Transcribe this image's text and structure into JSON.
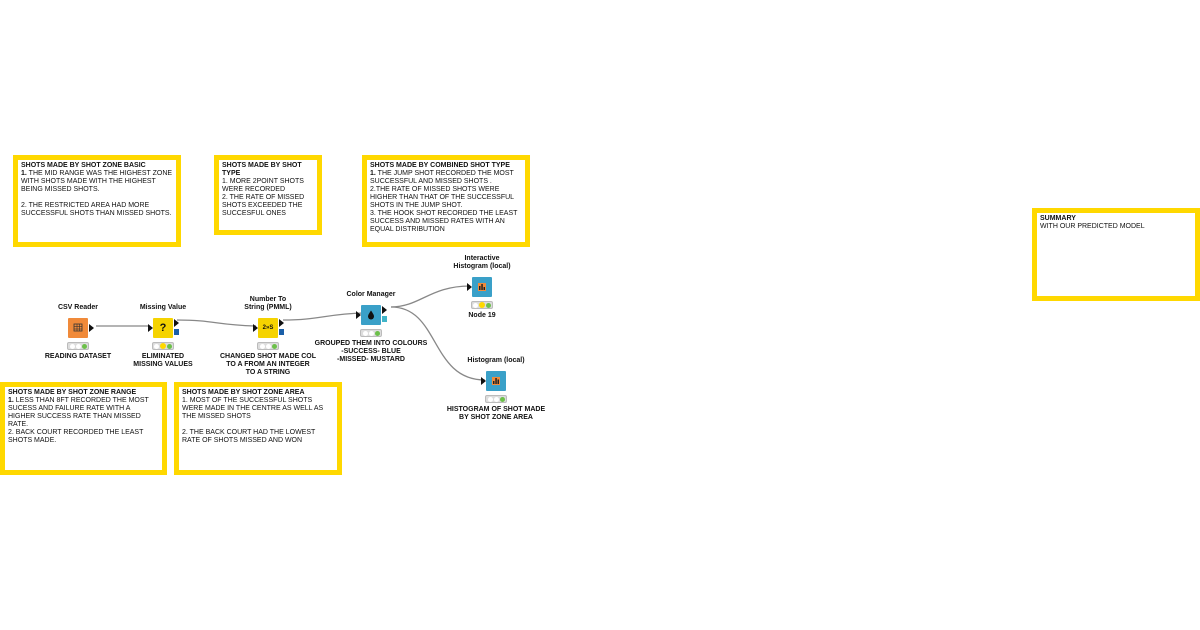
{
  "annotations": [
    {
      "id": "zone-basic",
      "title": "SHOTS MADE BY SHOT ZONE BASIC",
      "num": "1.",
      "body": " THE MID RANGE WAS THE HIGHEST ZONE WITH SHOTS MADE WITH THE HIGHEST BEING MISSED SHOTS.\n\n2. THE RESTRICTED AREA HAD MORE SUCCESSFUL SHOTS THAN MISSED SHOTS."
    },
    {
      "id": "shot-type",
      "title": "SHOTS MADE BY SHOT TYPE",
      "num": "",
      "body": "1. MORE 2POINT SHOTS WERE RECORDED\n2. THE RATE OF MISSED SHOTS EXCEEDED THE SUCCESFUL ONES"
    },
    {
      "id": "combined",
      "title": "SHOTS MADE BY COMBINED SHOT TYPE",
      "num": "1.",
      "body": " THE JUMP SHOT RECORDED THE MOST SUCCESSFUL AND MISSED SHOTS .\n2.THE RATE OF MISSED SHOTS WERE HIGHER THAN THAT OF THE SUCCESSFUL SHOTS IN THE JUMP SHOT.\n3. THE HOOK SHOT RECORDED THE LEAST SUCCESS AND MISSED RATES WITH AN EQUAL DISTRIBUTION"
    },
    {
      "id": "summary",
      "title": "SUMMARY",
      "num": "",
      "body": "WITH OUR PREDICTED MODEL"
    },
    {
      "id": "zone-range",
      "title": "SHOTS MADE BY SHOT ZONE RANGE",
      "num": "1.",
      "body": " LESS THAN 8FT RECORDED THE MOST SUCESS AND FAILURE RATE WITH A HIGHER SUCCESS RATE THAN MISSED RATE.\n2. BACK COURT RECORDED THE LEAST SHOTS MADE."
    },
    {
      "id": "zone-area",
      "title": "SHOTS MADE BY SHOT ZONE AREA",
      "num": "",
      "body": "1. MOST OF THE SUCCESSFUL SHOTS WERE MADE IN THE CENTRE AS WELL AS THE MISSED SHOTS\n\n2. THE BACK COURT HAD THE LOWEST RATE OF SHOTS MISSED AND WON"
    }
  ],
  "nodes": {
    "csv": {
      "title": "CSV Reader",
      "desc": "READING DATASET",
      "icon": "table-icon",
      "color": "#f08a3a"
    },
    "missing": {
      "title": "Missing Value",
      "desc": "ELIMINATED\nMISSING VALUES",
      "icon_text": "?",
      "icon": "question-icon",
      "color": "#f5d300"
    },
    "n2s": {
      "title": "Number To\nString (PMML)",
      "desc": "CHANGED SHOT MADE COL\nTO A FROM AN INTEGER\nTO A STRING",
      "icon_text": "2»S",
      "icon": "number-to-string-icon",
      "color": "#f5d300"
    },
    "color": {
      "title": "Color Manager",
      "desc": "GROUPED THEM INTO COLOURS\n-SUCCESS-   BLUE\n-MISSED- MUSTARD",
      "icon": "droplet-icon",
      "color": "#3aa0c8"
    },
    "ihist": {
      "title": "Interactive\nHistogram (local)",
      "desc": "Node 19",
      "icon": "bar-chart-icon",
      "color": "#3aa0c8"
    },
    "hist": {
      "title": "Histogram (local)",
      "desc": "HISTOGRAM OF SHOT MADE\nBY SHOT ZONE AREA",
      "icon": "histogram-icon",
      "color": "#3aa0c8"
    }
  }
}
